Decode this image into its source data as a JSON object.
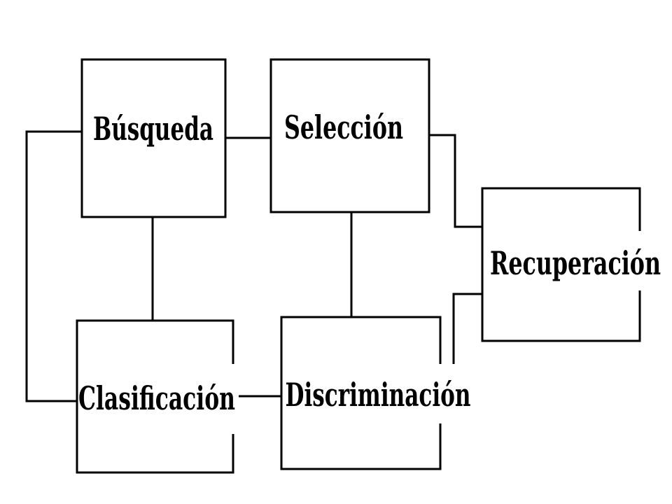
{
  "diagram": {
    "nodes": {
      "busqueda": "Búsqueda",
      "seleccion": "Selección",
      "recuperacion": "Recuperación",
      "clasificacion": "Clasificación",
      "discriminacion": "Discriminación"
    },
    "connections": [
      [
        "busqueda",
        "seleccion"
      ],
      [
        "busqueda",
        "clasificacion"
      ],
      [
        "busqueda",
        "clasificacion"
      ],
      [
        "seleccion",
        "discriminacion"
      ],
      [
        "seleccion",
        "recuperacion"
      ],
      [
        "clasificacion",
        "discriminacion"
      ],
      [
        "discriminacion",
        "recuperacion"
      ]
    ],
    "colors": {
      "line": "#000000",
      "background": "#ffffff"
    }
  }
}
